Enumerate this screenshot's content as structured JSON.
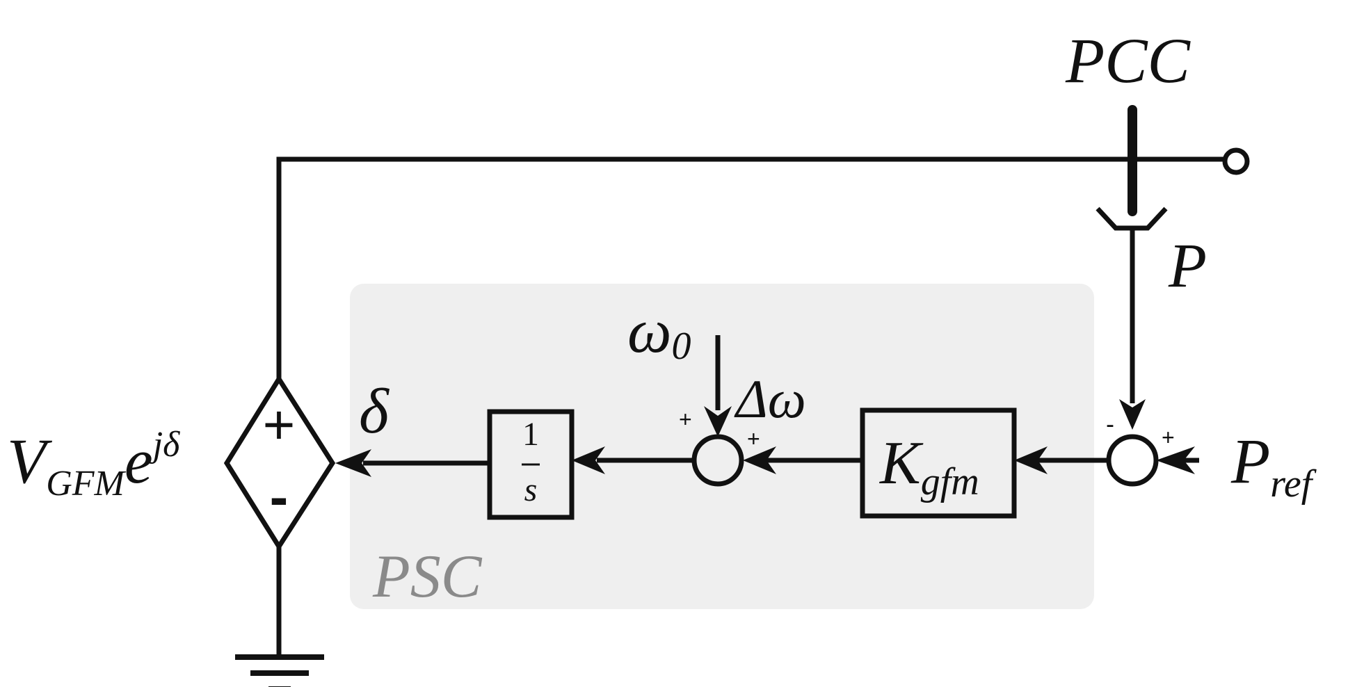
{
  "colors": {
    "line": "#111111",
    "region_fill": "#efefef",
    "region_label": "#8a8a8a",
    "background": "#ffffff"
  },
  "labels": {
    "pcc": "PCC",
    "p": "P",
    "p_ref_main": "P",
    "p_ref_sub": "ref",
    "omega0_main": "ω",
    "omega0_sub": "0",
    "delta_omega": "Δω",
    "delta": "δ",
    "k_main": "K",
    "k_sub": "gfm",
    "integrator_num": "1",
    "integrator_den": "s",
    "psc": "PSC",
    "v_main": "V",
    "v_sub": "GFM",
    "v_e": "e",
    "v_exp": "jδ",
    "source_plus": "+",
    "source_minus": "-"
  },
  "signs": {
    "right_sum_top": "-",
    "right_sum_right": "+",
    "left_sum_top": "+",
    "left_sum_right": "+"
  },
  "icons": {
    "voltage_source": "dependent-voltage-source-icon",
    "ground": "ground-icon",
    "terminal": "open-terminal-icon",
    "pcc_bus": "bus-bar-icon",
    "power_sensor": "power-measurement-icon"
  }
}
